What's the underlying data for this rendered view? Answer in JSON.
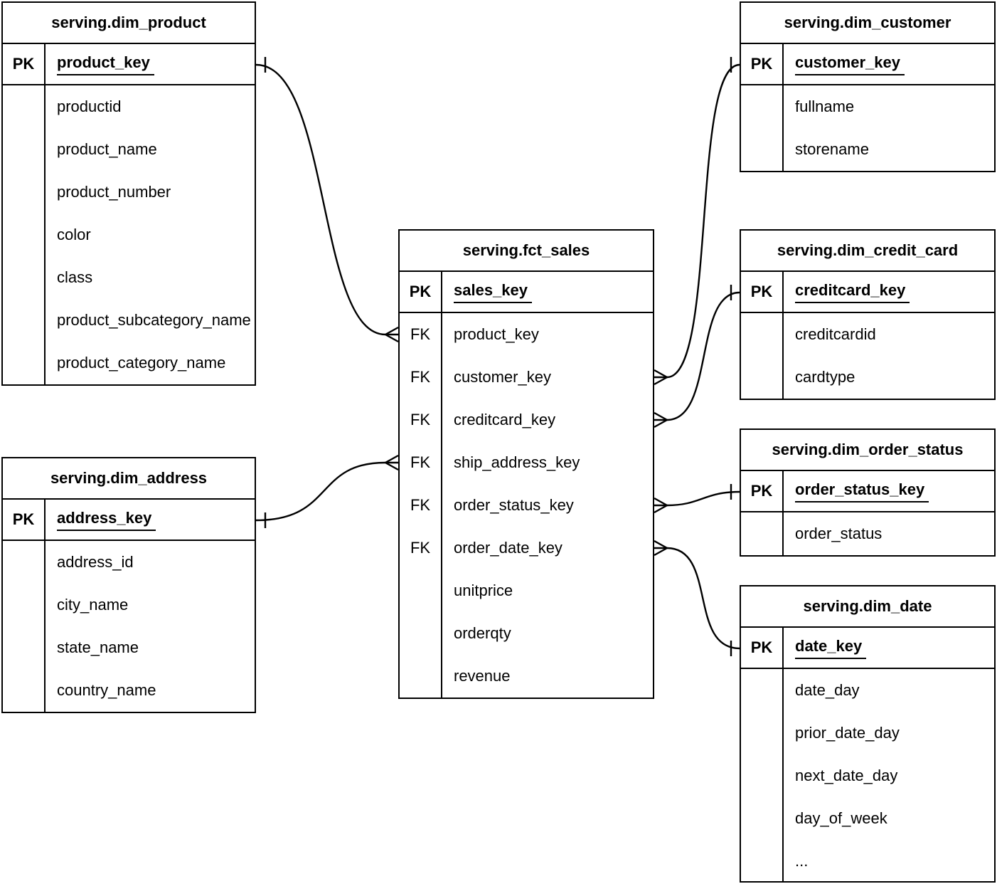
{
  "diagram_type": "entity-relationship",
  "tables": {
    "dim_product": {
      "title": "serving.dim_product",
      "pk_label": "PK",
      "pk_field": "product_key",
      "fields": [
        {
          "key": "",
          "name": "productid"
        },
        {
          "key": "",
          "name": "product_name"
        },
        {
          "key": "",
          "name": "product_number"
        },
        {
          "key": "",
          "name": "color"
        },
        {
          "key": "",
          "name": "class"
        },
        {
          "key": "",
          "name": "product_subcategory_name"
        },
        {
          "key": "",
          "name": "product_category_name"
        }
      ]
    },
    "dim_customer": {
      "title": "serving.dim_customer",
      "pk_label": "PK",
      "pk_field": "customer_key",
      "fields": [
        {
          "key": "",
          "name": "fullname"
        },
        {
          "key": "",
          "name": "storename"
        }
      ]
    },
    "fct_sales": {
      "title": "serving.fct_sales",
      "pk_label": "PK",
      "pk_field": "sales_key",
      "fields": [
        {
          "key": "FK",
          "name": "product_key"
        },
        {
          "key": "FK",
          "name": "customer_key"
        },
        {
          "key": "FK",
          "name": "creditcard_key"
        },
        {
          "key": "FK",
          "name": "ship_address_key"
        },
        {
          "key": "FK",
          "name": "order_status_key"
        },
        {
          "key": "FK",
          "name": "order_date_key"
        },
        {
          "key": "",
          "name": "unitprice"
        },
        {
          "key": "",
          "name": "orderqty"
        },
        {
          "key": "",
          "name": "revenue"
        }
      ]
    },
    "dim_credit_card": {
      "title": "serving.dim_credit_card",
      "pk_label": "PK",
      "pk_field": "creditcard_key",
      "fields": [
        {
          "key": "",
          "name": "creditcardid"
        },
        {
          "key": "",
          "name": "cardtype"
        }
      ]
    },
    "dim_order_status": {
      "title": "serving.dim_order_status",
      "pk_label": "PK",
      "pk_field": "order_status_key",
      "fields": [
        {
          "key": "",
          "name": "order_status"
        }
      ]
    },
    "dim_date": {
      "title": "serving.dim_date",
      "pk_label": "PK",
      "pk_field": "date_key",
      "fields": [
        {
          "key": "",
          "name": "date_day"
        },
        {
          "key": "",
          "name": "prior_date_day"
        },
        {
          "key": "",
          "name": "next_date_day"
        },
        {
          "key": "",
          "name": "day_of_week"
        },
        {
          "key": "",
          "name": "..."
        }
      ]
    },
    "dim_address": {
      "title": "serving.dim_address",
      "pk_label": "PK",
      "pk_field": "address_key",
      "fields": [
        {
          "key": "",
          "name": "address_id"
        },
        {
          "key": "",
          "name": "city_name"
        },
        {
          "key": "",
          "name": "state_name"
        },
        {
          "key": "",
          "name": "country_name"
        }
      ]
    }
  },
  "relations": [
    {
      "id": "product",
      "from_table": "serving.fct_sales",
      "from_field": "product_key",
      "from_cardinality": "many",
      "to_table": "serving.dim_product",
      "to_field": "product_key",
      "to_cardinality": "one"
    },
    {
      "id": "customer",
      "from_table": "serving.fct_sales",
      "from_field": "customer_key",
      "from_cardinality": "many",
      "to_table": "serving.dim_customer",
      "to_field": "customer_key",
      "to_cardinality": "one"
    },
    {
      "id": "credit",
      "from_table": "serving.fct_sales",
      "from_field": "creditcard_key",
      "from_cardinality": "many",
      "to_table": "serving.dim_credit_card",
      "to_field": "creditcard_key",
      "to_cardinality": "one"
    },
    {
      "id": "address",
      "from_table": "serving.fct_sales",
      "from_field": "ship_address_key",
      "from_cardinality": "many",
      "to_table": "serving.dim_address",
      "to_field": "address_key",
      "to_cardinality": "one"
    },
    {
      "id": "status",
      "from_table": "serving.fct_sales",
      "from_field": "order_status_key",
      "from_cardinality": "many",
      "to_table": "serving.dim_order_status",
      "to_field": "order_status_key",
      "to_cardinality": "one"
    },
    {
      "id": "date",
      "from_table": "serving.fct_sales",
      "from_field": "order_date_key",
      "from_cardinality": "many",
      "to_table": "serving.dim_date",
      "to_field": "date_key",
      "to_cardinality": "one"
    }
  ],
  "colors": {
    "line": "#000000",
    "background": "#ffffff",
    "text": "#000000"
  }
}
